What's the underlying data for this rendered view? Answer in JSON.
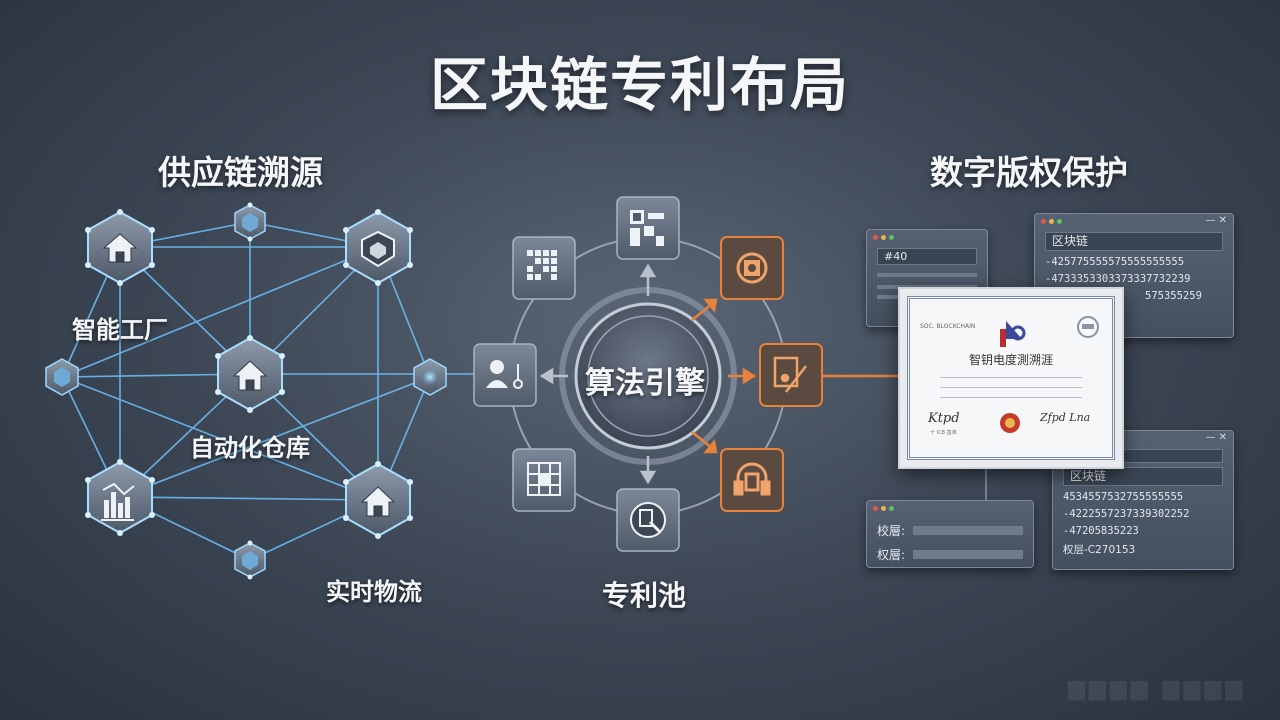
{
  "title": "区块链专利布局",
  "sections": {
    "supply_chain": "供应链溯源",
    "digital_rights": "数字版权保护"
  },
  "labels": {
    "factory": "智能工厂",
    "warehouse": "自动化仓库",
    "logistics": "实时物流",
    "engine": "算法引擎",
    "patent_pool": "专利池"
  },
  "windows": {
    "small_top": {
      "field": "#40"
    },
    "top_right": {
      "field": "区块链",
      "hashes": [
        "-425775555575555555555",
        "-4733353303373337732239",
        "575355259"
      ]
    },
    "bottom_right": {
      "field": "区块链",
      "hashes": [
        "4534557532755555555",
        "-4222557237339302252",
        "-47205835223",
        "权层-C270153"
      ]
    },
    "form": {
      "rows": [
        {
          "label": "校層:"
        },
        {
          "label": "权層:"
        }
      ]
    }
  },
  "certificate": {
    "title": "智钥电度測溯涯",
    "header_small": "SOC. BLOCKCHAIN",
    "sig_left": "Ktpd",
    "sig_right": "Zfpd Lna",
    "sig_caption": "十 ICB 基准"
  },
  "icons": {
    "engine_satellites": [
      "qr-code-icon",
      "scan-grid-icon",
      "settings-badge-icon",
      "edit-document-icon",
      "headset-icon",
      "magnifier-document-icon",
      "matrix-grid-icon",
      "user-key-icon"
    ],
    "network_nodes": [
      "house-icon",
      "shield-icon",
      "warehouse-house-icon",
      "bar-chart-icon",
      "house-icon"
    ]
  },
  "colors": {
    "accent_blue": "#6fc3ff",
    "accent_orange": "#e8823a",
    "background": "#3f4957"
  }
}
